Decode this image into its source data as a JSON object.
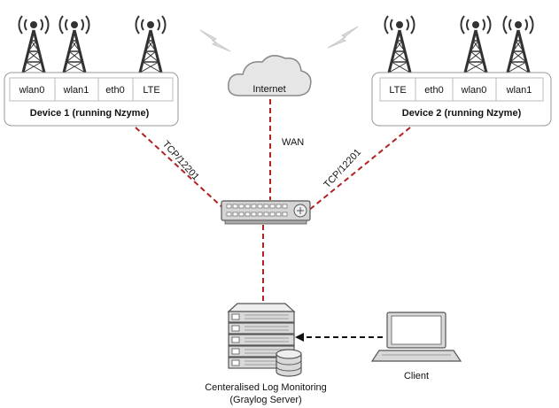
{
  "cloud": {
    "label": "Internet"
  },
  "links": {
    "wan_label": "WAN",
    "left_label": "TCP/12201",
    "right_label": "TCP/12201"
  },
  "device1": {
    "title": "Device 1 (running Nzyme)",
    "interfaces": [
      "wlan0",
      "wlan1",
      "eth0",
      "LTE"
    ]
  },
  "device2": {
    "title": "Device 2 (running Nzyme)",
    "interfaces": [
      "LTE",
      "eth0",
      "wlan0",
      "wlan1"
    ]
  },
  "server": {
    "label_line1": "Centeralised Log Monitoring",
    "label_line2": "(Graylog Server)"
  },
  "client": {
    "label": "Client"
  },
  "colors": {
    "link": "#b22222",
    "tower": "#333333",
    "box_border": "#999999",
    "icon_fill": "#d4d4d4"
  }
}
